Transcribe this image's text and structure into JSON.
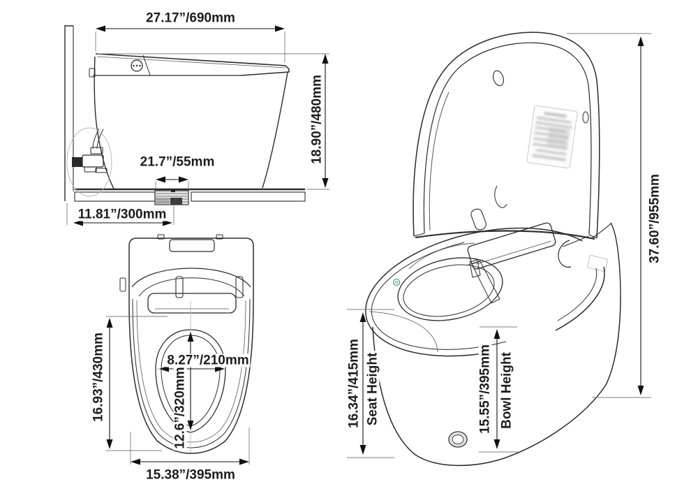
{
  "drawing": {
    "background": "#ffffff",
    "line_color": "#2a2a2a",
    "dimension_color": "#111111",
    "accent_teal": "#5f9e8f"
  },
  "side_view": {
    "width_top": "27.17”/690mm",
    "height": "18.90”/480mm",
    "trap_width": "21.7”/55mm",
    "rough_in": "11.81”/300mm"
  },
  "top_view": {
    "seat_length": "16.93”/430mm",
    "bowl_width": "8.27”/210mm",
    "bowl_length": "12.6”/320mm",
    "overall_width": "15.38”/395mm"
  },
  "perspective_view": {
    "overall_height": "37.60”/955mm",
    "seat_height_value": "16.34”/415mm",
    "seat_height_label": "Seat Height",
    "bowl_height_value": "15.55”/395mm",
    "bowl_height_label": "Bowl Height"
  }
}
